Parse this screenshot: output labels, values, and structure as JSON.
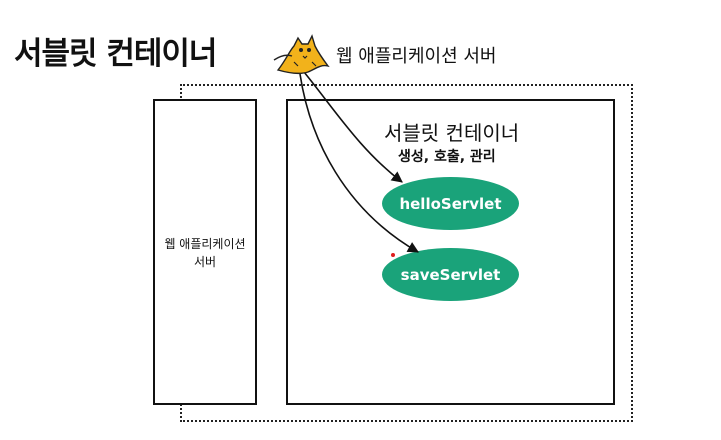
{
  "title": "서블릿 컨테이너",
  "was_top_label": "웹 애플리케이션 서버",
  "was_box_label": "웹 애플리케이션 서버",
  "container": {
    "title": "서블릿 컨테이너",
    "subtitle": "생성, 호출, 관리"
  },
  "servlets": [
    "helloServlet",
    "saveServlet"
  ],
  "colors": {
    "servlet_fill": "#1aa37a",
    "tomcat_body": "#f2b21b",
    "annotation_dot": "#e01e1e"
  },
  "icons": {
    "server_logo": "tomcat-cat-icon"
  }
}
